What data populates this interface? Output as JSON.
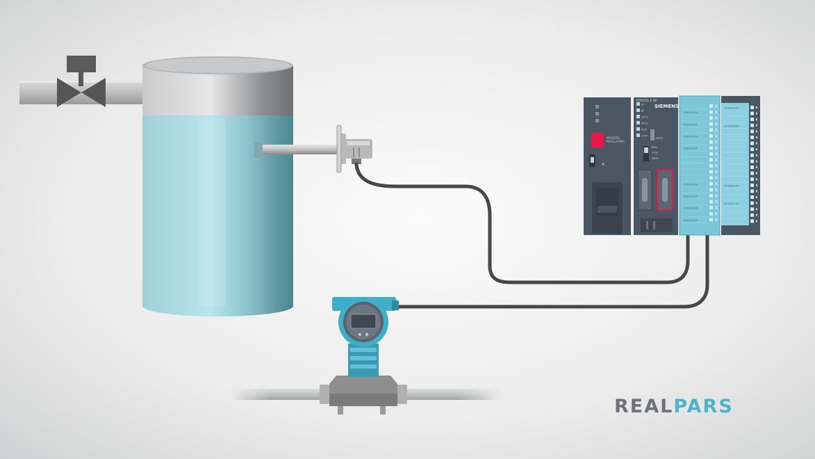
{
  "brand": {
    "part1": "REAL",
    "part2": "PARS"
  },
  "plc": {
    "maker": "SIEMENS",
    "cpu_label": "CPU315-2 DP",
    "cpu_leds": [
      "SF",
      "BF",
      "DC5V",
      "FRCE",
      "RUN",
      "STOP"
    ],
    "cpu_switch": [
      "RUN",
      "STOP",
      "MRES"
    ],
    "ps_label": "PROCESS\nREGULATING",
    "di_label": "DI16xDC24V",
    "do_label": "DO16xDC24V"
  },
  "colors": {
    "background": "#eceded",
    "tank_liquid": "#8ccbd6",
    "tank_top": "#a9aaac",
    "transmitter_blue": "#3eaec9",
    "plc_grey": "#4b5663",
    "io_cyan": "#7dc6d8",
    "cable": "#474747",
    "accent_red": "#e8174a"
  }
}
